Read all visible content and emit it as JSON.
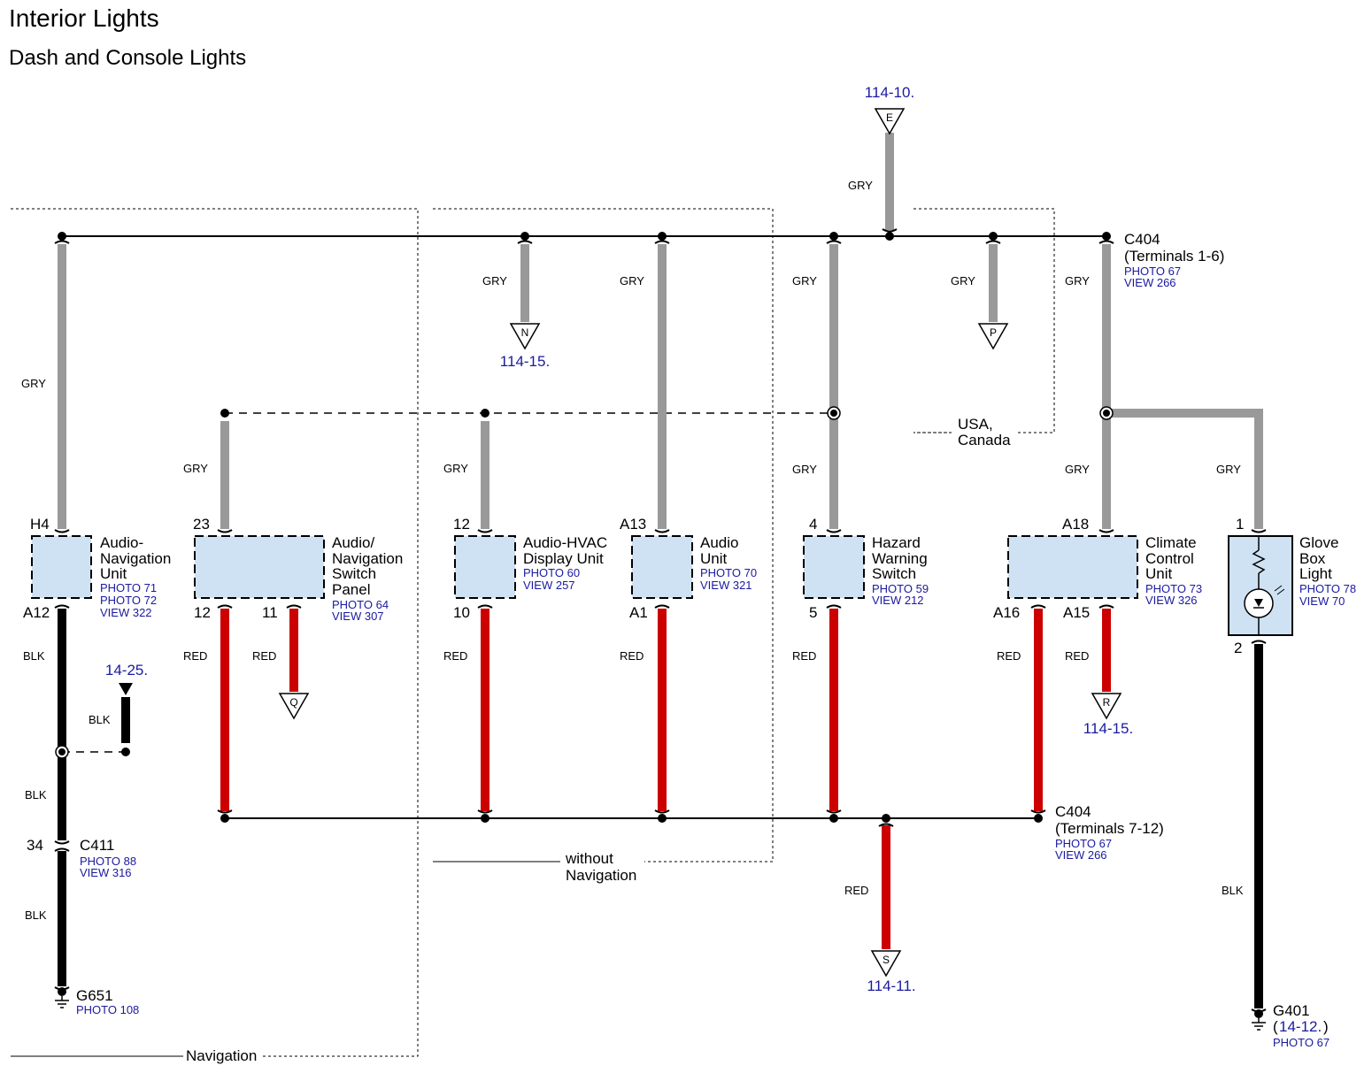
{
  "title": "Interior Lights",
  "subtitle": "Dash and Console Lights",
  "wire_colors": {
    "GRY": "#999999",
    "RED": "#cc0000",
    "BLK": "#000000"
  },
  "colors": {
    "component_fill": "#cfe2f3",
    "link_text": "#1a1aa0"
  },
  "offpage": {
    "E": {
      "letter": "E",
      "ref": "114-10."
    },
    "N": {
      "letter": "N",
      "ref": "114-15."
    },
    "P": {
      "letter": "P"
    },
    "Q": {
      "letter": "Q"
    },
    "R": {
      "letter": "R",
      "ref": "114-15."
    },
    "S": {
      "letter": "S",
      "ref": "114-11."
    },
    "k1425": {
      "ref": "14-25."
    }
  },
  "groups": {
    "navigation": "Navigation",
    "without_nav": [
      "without",
      "Navigation"
    ],
    "usa_canada": [
      "USA,",
      "Canada"
    ]
  },
  "connectors": {
    "c404_top": {
      "name": "C404",
      "detail": "(Terminals 1-6)",
      "photo": "PHOTO 67",
      "view": "VIEW 266"
    },
    "c404_bot": {
      "name": "C404",
      "detail": "(Terminals 7-12)",
      "photo": "PHOTO 67",
      "view": "VIEW 266"
    },
    "c411": {
      "pin": "34",
      "name": "C411",
      "photo": "PHOTO 88",
      "view": "VIEW 316"
    },
    "g651": {
      "name": "G651",
      "photo": "PHOTO 108"
    },
    "g401": {
      "name": "G401",
      "ref_open": "(",
      "ref": "14-12.",
      "ref_close": ")",
      "photo": "PHOTO 67"
    }
  },
  "components": [
    {
      "key": "audio_nav",
      "lines": [
        "Audio-",
        "Navigation",
        "Unit"
      ],
      "refs": [
        "PHOTO 71",
        "PHOTO 72",
        "VIEW 322"
      ],
      "pin_top": "H4",
      "pins_bottom": [
        "A12"
      ]
    },
    {
      "key": "nav_switch",
      "lines": [
        "Audio/",
        "Navigation",
        "Switch",
        "Panel"
      ],
      "refs": [
        "PHOTO 64",
        "VIEW 307"
      ],
      "pin_top": "23",
      "pins_bottom": [
        "12",
        "11"
      ]
    },
    {
      "key": "hvac_display",
      "lines": [
        "Audio-HVAC",
        "Display Unit"
      ],
      "refs": [
        "PHOTO 60",
        "VIEW 257"
      ],
      "pin_top": "12",
      "pins_bottom": [
        "10"
      ]
    },
    {
      "key": "audio_unit",
      "lines": [
        "Audio",
        "Unit"
      ],
      "refs": [
        "PHOTO 70",
        "VIEW 321"
      ],
      "pin_top": "A13",
      "pins_bottom": [
        "A1"
      ]
    },
    {
      "key": "hazard",
      "lines": [
        "Hazard",
        "Warning",
        "Switch"
      ],
      "refs": [
        "PHOTO 59",
        "VIEW 212"
      ],
      "pin_top": "4",
      "pins_bottom": [
        "5"
      ]
    },
    {
      "key": "climate",
      "lines": [
        "Climate",
        "Control",
        "Unit"
      ],
      "refs": [
        "PHOTO 73",
        "VIEW 326"
      ],
      "pin_top": "A18",
      "pins_bottom": [
        "A16",
        "A15"
      ]
    },
    {
      "key": "glove",
      "lines": [
        "Glove",
        "Box",
        "Light"
      ],
      "refs": [
        "PHOTO 78",
        "VIEW 70"
      ],
      "pin_top": "1",
      "pins_bottom": [
        "2"
      ]
    }
  ],
  "wire_labels": {
    "gry": "GRY",
    "red": "RED",
    "blk": "BLK"
  }
}
